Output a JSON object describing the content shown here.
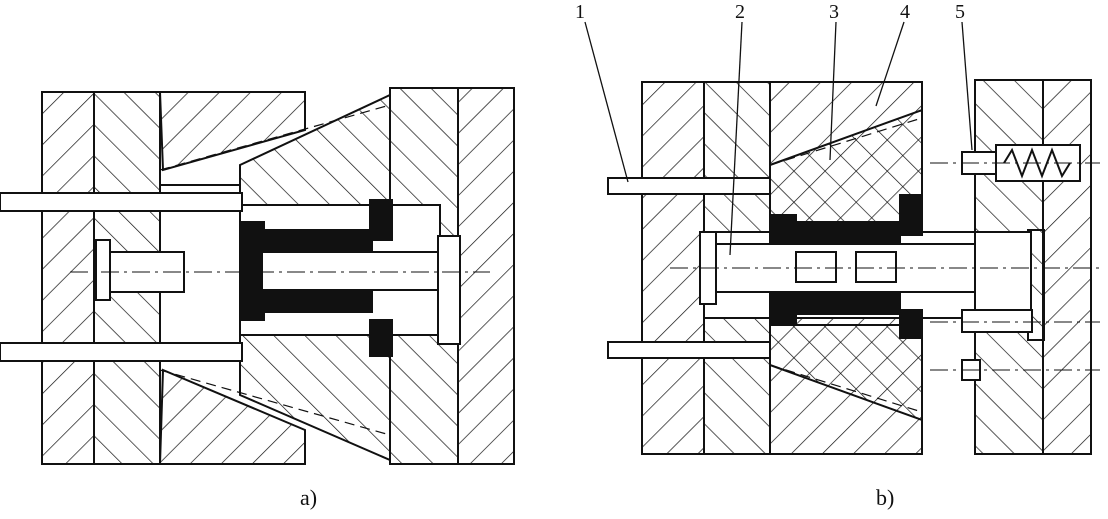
{
  "figure_a": {
    "caption": "a)"
  },
  "figure_b": {
    "caption": "b)",
    "callouts": [
      "1",
      "2",
      "3",
      "4",
      "5"
    ]
  }
}
